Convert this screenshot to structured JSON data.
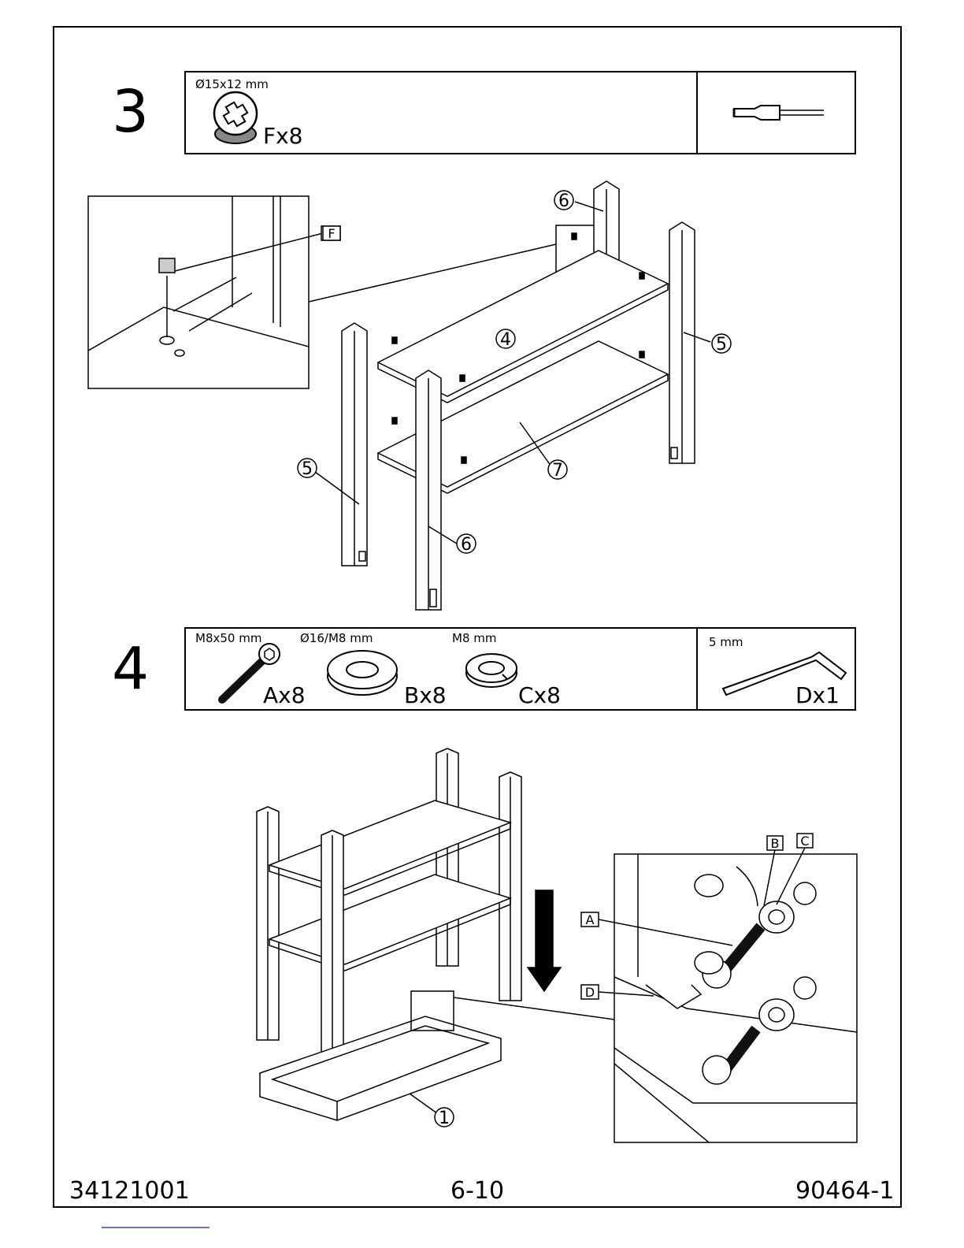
{
  "step3": {
    "number": "3",
    "parts": [
      {
        "dimension": "Ø15x12 mm",
        "quantity": "Fx8",
        "icon": "cam-lock-icon"
      }
    ],
    "tools": [
      {
        "icon": "screwdriver-icon"
      }
    ],
    "callouts": [
      "6",
      "4",
      "5",
      "5",
      "7",
      "6"
    ],
    "detail_label": "F"
  },
  "step4": {
    "number": "4",
    "parts": [
      {
        "dimension": "M8x50 mm",
        "quantity": "Ax8",
        "icon": "bolt-icon"
      },
      {
        "dimension": "Ø16/M8 mm",
        "quantity": "Bx8",
        "icon": "washer-icon"
      },
      {
        "dimension": "M8 mm",
        "quantity": "Cx8",
        "icon": "spring-washer-icon"
      }
    ],
    "tools": [
      {
        "dimension": "5 mm",
        "quantity": "Dx1",
        "icon": "allen-key-icon"
      }
    ],
    "callouts": [
      "1"
    ],
    "detail_labels": [
      "B",
      "C",
      "A",
      "D"
    ]
  },
  "footer": {
    "left": "34121001",
    "center": "6-10",
    "right": "90464-1"
  }
}
